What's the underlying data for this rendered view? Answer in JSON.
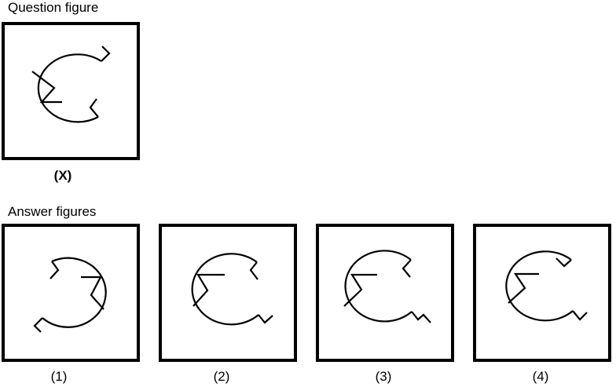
{
  "question": {
    "heading": "Question figure",
    "label": "(X)"
  },
  "answers": {
    "heading": "Answer figures",
    "options": [
      {
        "label": "(1)"
      },
      {
        "label": "(2)"
      },
      {
        "label": "(3)"
      },
      {
        "label": "(4)"
      }
    ]
  }
}
